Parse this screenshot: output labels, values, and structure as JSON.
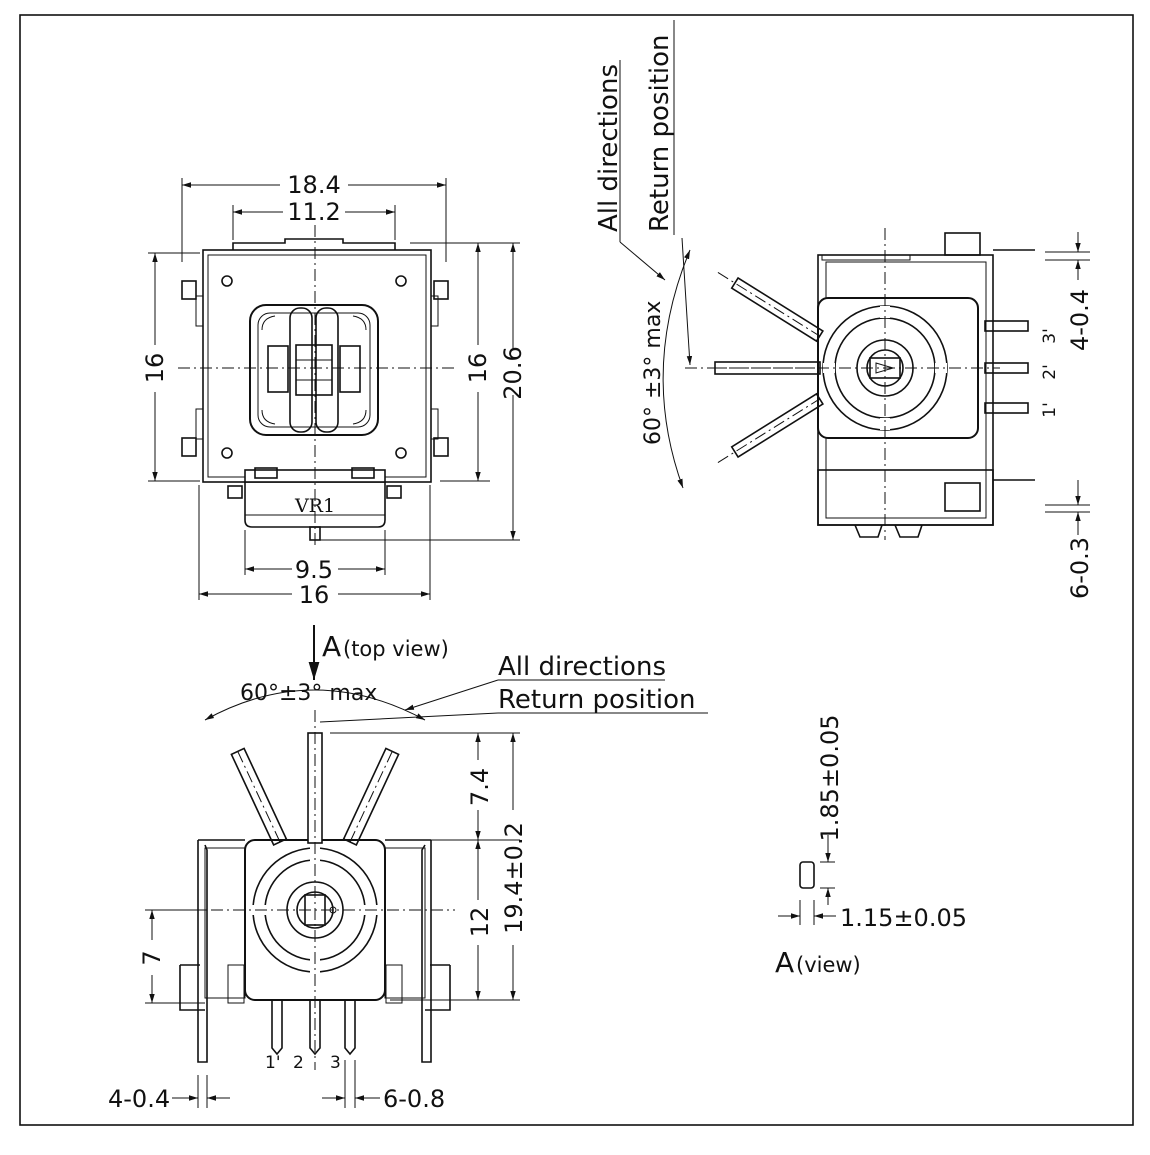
{
  "views": {
    "top": {
      "dim_width_outer": "18.4",
      "dim_width_inner": "11.2",
      "dim_height_left": "16",
      "dim_height_right_inner": "16",
      "dim_height_right_outer": "20.6",
      "dim_bottom_inner": "9.5",
      "dim_bottom_outer": "16",
      "part_label": "VR1"
    },
    "side": {
      "label_all_directions": "All directions",
      "label_return_position": "Return position",
      "angle": "60° ±3° max",
      "pin_pitch": "4-0.4",
      "pin_width": "6-0.3",
      "pins": [
        "3'",
        "2'",
        "1'"
      ]
    },
    "front": {
      "view_marker": "A",
      "view_marker_note": "(top view)",
      "angle": "60°±3° max",
      "label_all_directions": "All directions",
      "label_return_position": "Return position",
      "dim_stick": "7.4",
      "dim_total": "19.4±0.2",
      "dim_body": "12",
      "dim_center": "7",
      "pin_pitch": "4-0.4",
      "pin_width": "6-0.8",
      "pins": [
        "1'",
        "2",
        "3"
      ]
    },
    "detail": {
      "dim_height": "1.85±0.05",
      "dim_width": "1.15±0.05",
      "view_marker": "A",
      "view_marker_note": "(view)"
    }
  }
}
